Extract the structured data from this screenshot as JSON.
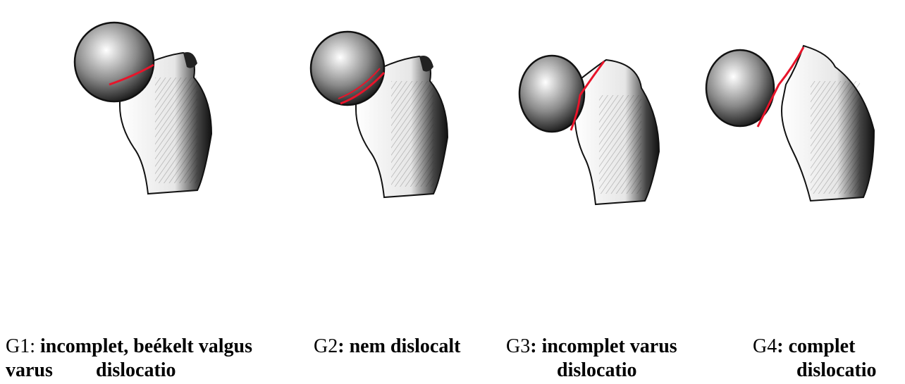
{
  "captions": [
    {
      "grade": "G1",
      "sep": ": ",
      "line1": "incomplet, beékelt valgus",
      "line2a": "varus",
      "line2b": "dislocatio"
    },
    {
      "grade": "G2",
      "sep": ": ",
      "line1": "nem dislocalt"
    },
    {
      "grade": "G3",
      "sep": ": ",
      "line1": "incomplet varus",
      "line2": "dislocatio"
    },
    {
      "grade": "G4",
      "sep": ": ",
      "line1": "complet",
      "line2": "dislocatio"
    }
  ],
  "colors": {
    "fracture_line": "#e8142a",
    "bone_ink": "#111111"
  }
}
